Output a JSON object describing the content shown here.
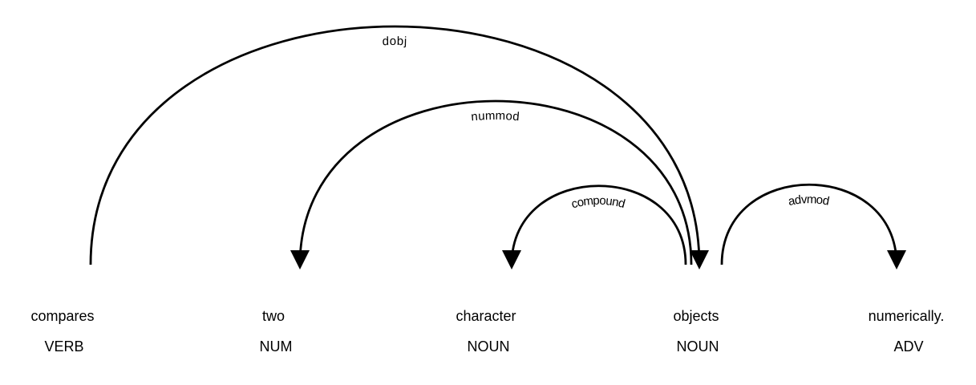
{
  "sentence": "compares two character objects numerically.",
  "colors": {
    "foreground": "#000000",
    "background": "#ffffff"
  },
  "tokens": [
    {
      "text": "compares",
      "tag": "VERB"
    },
    {
      "text": "two",
      "tag": "NUM"
    },
    {
      "text": "character",
      "tag": "NOUN"
    },
    {
      "text": "objects",
      "tag": "NOUN"
    },
    {
      "text": "numerically.",
      "tag": "ADV"
    }
  ],
  "arcs": [
    {
      "label": "dobj",
      "head": "compares",
      "dependent": "objects",
      "arrow_at": "objects"
    },
    {
      "label": "nummod",
      "head": "objects",
      "dependent": "two",
      "arrow_at": "two"
    },
    {
      "label": "compound",
      "head": "objects",
      "dependent": "character",
      "arrow_at": "character"
    },
    {
      "label": "advmod",
      "head": "objects",
      "dependent": "numerically.",
      "arrow_at": "numerically."
    }
  ]
}
